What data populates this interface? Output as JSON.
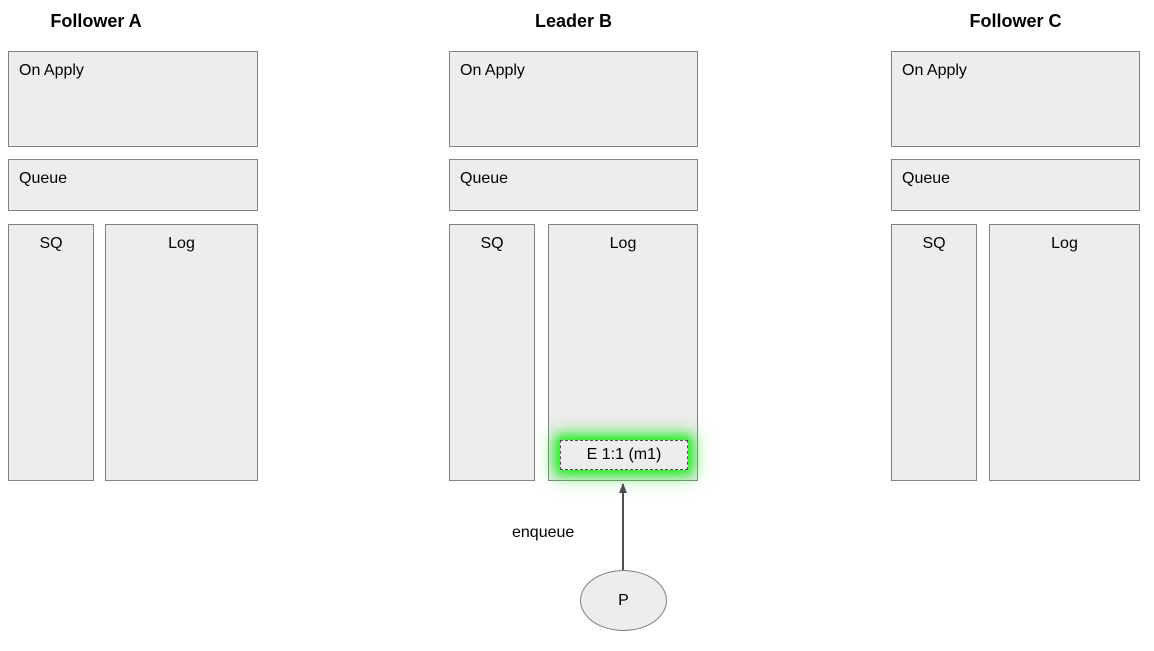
{
  "diagram": {
    "title_font_size": 18,
    "background": "#ffffff",
    "box_fill": "#ededed",
    "box_stroke": "#828282",
    "highlight_color": "#22ee22",
    "entry_stroke": "#4d4d4d",
    "arrow_color": "#4d4d4d"
  },
  "columns": [
    {
      "id": "follower-a",
      "title": "Follower A",
      "on_apply": "On Apply",
      "queue": "Queue",
      "sq": "SQ",
      "log": "Log",
      "entries": []
    },
    {
      "id": "leader-b",
      "title": "Leader B",
      "on_apply": "On Apply",
      "queue": "Queue",
      "sq": "SQ",
      "log": "Log",
      "entries": [
        {
          "label": "E 1:1 (m1)",
          "highlighted": true
        }
      ]
    },
    {
      "id": "follower-c",
      "title": "Follower C",
      "on_apply": "On Apply",
      "queue": "Queue",
      "sq": "SQ",
      "log": "Log",
      "entries": []
    }
  ],
  "producer": {
    "label": "P",
    "edge_label": "enqueue",
    "target_column": "leader-b"
  }
}
